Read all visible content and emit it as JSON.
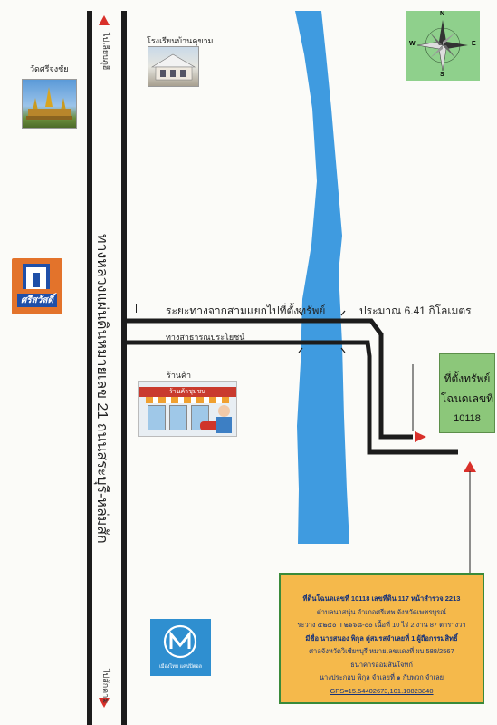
{
  "labels": {
    "school": "โรงเรียนบ้านคุขาม",
    "temple": "วัดศรีจงชัย",
    "main_road": "ทางหลวงแผ่นดินหมายเลข 21 ถนนสระบุรี-หล่มสัก",
    "to_north": "ไปเลียบภูฮี",
    "to_south": "ไปสักคาม",
    "distance_road": "ระยะทางจากสามแยกไปที่ตั้งทรัพย์",
    "distance_value": "ประมาณ 6.41 กิโลเมตร",
    "side_road": "ทางสาธารณประโยชน์",
    "shop": "ร้านค้า",
    "shop_sign": "ร้านค้าชุมชน",
    "brand_text": "ศรีสวัสดิ์",
    "bank_text": "เมืองไทย แคปปิตอล",
    "compass": {
      "n": "N",
      "s": "S",
      "e": "E",
      "w": "W"
    }
  },
  "property": {
    "line1": "ที่ตั้งทรัพย์",
    "line2": "โฉนดเลขที่",
    "line3": "10118"
  },
  "info": {
    "lines": [
      "ที่ดินโฉนดเลขที่ 10118 เลขที่ดิน 117 หน้าสำรวจ 2213",
      "ตำบลนาสนุ่น อำเภอศรีเทพ จังหวัดเพชรบูรณ์",
      "ระวาง ๕๒๔๐ II ๒๖๖๘-๐๐ เนื้อที่ 10 ไร่ 2 งาน 87 ตารางวา",
      "มีชื่อ นายสนอง พิกุล คู่สมรสจำเลยที่ 1 ผู้ถือกรรมสิทธิ์",
      "ศาลจังหวัดวิเชียรบุรี หมายเลขแดงที่ ผบ.588/2567",
      "ธนาคารออมสินโจทก์",
      "นางประกอบ พิกุล จำเลยที่ ๑ กับพวก จำเลย",
      "GPS=15.54402673,101.10823840"
    ]
  }
}
